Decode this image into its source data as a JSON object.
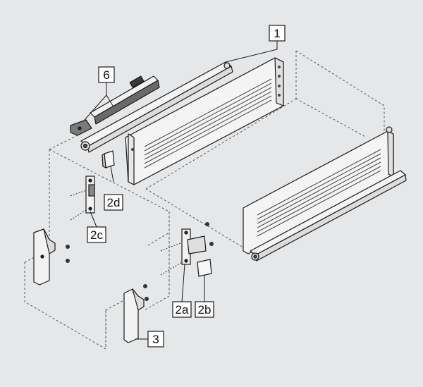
{
  "callouts": {
    "c1": "1",
    "c6": "6",
    "c2d": "2d",
    "c2c": "2c",
    "c2a": "2a",
    "c2b": "2b",
    "c3": "3"
  },
  "colors": {
    "background": "#e6e7e8",
    "outline": "#1a1a1a",
    "panel": "#f4f4f4",
    "dashed": "#555555",
    "dark": "#333333"
  }
}
